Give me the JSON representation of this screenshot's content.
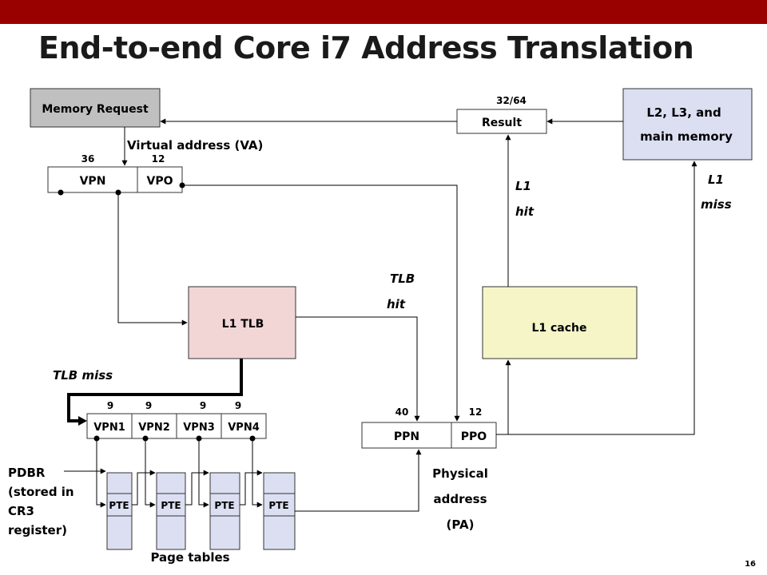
{
  "slide": {
    "title": "End-to-end Core i7 Address Translation",
    "page_number": "16",
    "accent_color": "#990000"
  },
  "memory_request": {
    "label": "Memory Request"
  },
  "virtual_address": {
    "label": "Virtual address (VA)",
    "vpn_label": "VPN",
    "vpo_label": "VPO",
    "vpn_bits": "36",
    "vpo_bits": "12"
  },
  "result": {
    "label": "Result",
    "bits": "32/64"
  },
  "main_memory": {
    "line1": "L2, L3, and",
    "line2": "main memory"
  },
  "l1_hit": {
    "line1": "L1",
    "line2": "hit"
  },
  "l1_miss": {
    "line1": "L1",
    "line2": "miss"
  },
  "tlb_hit": {
    "line1": "TLB",
    "line2": "hit"
  },
  "l1_tlb": {
    "label": "L1 TLB"
  },
  "l1_cache": {
    "label": "L1 cache"
  },
  "tlb_miss": {
    "label": "TLB miss"
  },
  "vpn_split": {
    "labels": [
      "VPN1",
      "VPN2",
      "VPN3",
      "VPN4"
    ],
    "bits": [
      "9",
      "9",
      "9",
      "9"
    ]
  },
  "physical_address": {
    "ppn_label": "PPN",
    "ppo_label": "PPO",
    "ppn_bits": "40",
    "ppo_bits": "12",
    "line1": "Physical",
    "line2": "address",
    "line3": "(PA)"
  },
  "pdbr": {
    "line1": "PDBR",
    "line2": "(stored in",
    "line3": "CR3",
    "line4": "register)"
  },
  "page_tables": {
    "label": "Page tables",
    "pte_labels": [
      "PTE",
      "PTE",
      "PTE",
      "PTE"
    ]
  },
  "colors": {
    "memory_request_fill": "#c0c0c0",
    "main_memory_fill": "#dcdff2",
    "l1_tlb_fill": "#f2d6d6",
    "l1_cache_fill": "#f5f5c8",
    "pte_fill": "#dcdff2"
  }
}
